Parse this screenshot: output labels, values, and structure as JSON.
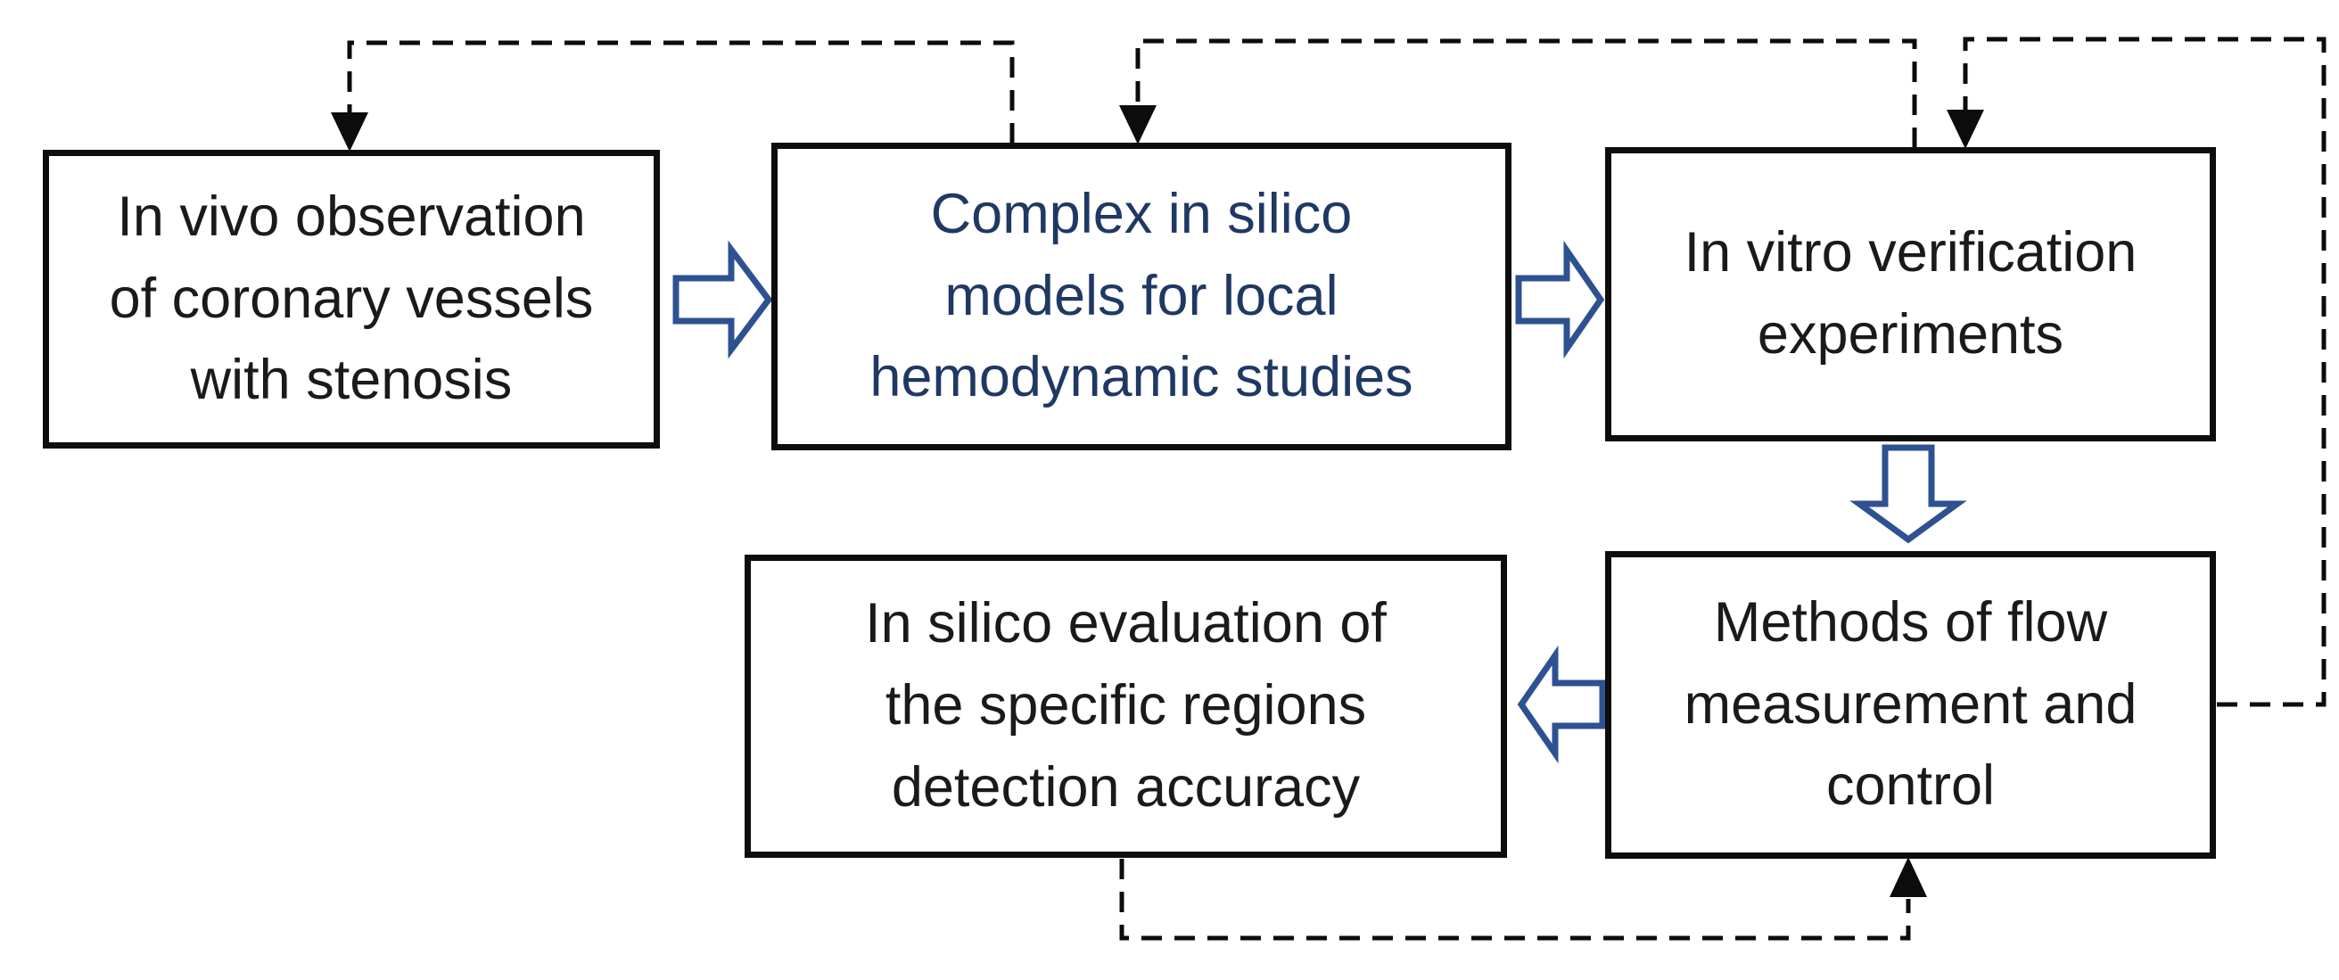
{
  "diagram": {
    "type": "flowchart",
    "nodes": {
      "in_vivo": {
        "id": "in-vivo",
        "label": "In vivo observation\nof coronary vessels\nwith stenosis",
        "text_color": "#1a1a1a"
      },
      "in_silico_models": {
        "id": "in-silico-models",
        "label": "Complex in silico\nmodels for local\nhemodynamic studies",
        "text_color": "#1f3864"
      },
      "in_vitro": {
        "id": "in-vitro",
        "label": "In vitro verification\nexperiments",
        "text_color": "#1a1a1a"
      },
      "in_silico_eval": {
        "id": "in-silico-eval",
        "label": "In silico evaluation of\nthe specific regions\ndetection accuracy",
        "text_color": "#1a1a1a"
      },
      "flow_methods": {
        "id": "flow-methods",
        "label": "Methods of flow\nmeasurement and\ncontrol",
        "text_color": "#1a1a1a"
      }
    },
    "flow_edges": [
      {
        "from": "in-vivo",
        "to": "in-silico-models",
        "style": "block-arrow-outline",
        "direction": "right"
      },
      {
        "from": "in-silico-models",
        "to": "in-vitro",
        "style": "block-arrow-outline",
        "direction": "right"
      },
      {
        "from": "in-vitro",
        "to": "flow-methods",
        "style": "block-arrow-outline",
        "direction": "down"
      },
      {
        "from": "flow-methods",
        "to": "in-silico-eval",
        "style": "block-arrow-outline",
        "direction": "left"
      }
    ],
    "feedback_edges": [
      {
        "from": "in-silico-models",
        "to": "in-vivo",
        "style": "dashed",
        "route": "over-top",
        "arrowhead": "down"
      },
      {
        "from": "in-vitro",
        "to": "in-silico-models",
        "style": "dashed",
        "route": "over-top",
        "arrowhead": "down"
      },
      {
        "from": "flow-methods",
        "to": "in-vitro",
        "style": "dashed",
        "route": "right-side-up-over-top",
        "arrowhead": "down"
      },
      {
        "from": "in-silico-eval",
        "to": "flow-methods",
        "style": "dashed",
        "route": "under-bottom",
        "arrowhead": "up"
      }
    ]
  },
  "colors": {
    "box_border": "#0d0d0d",
    "text_black": "#1a1a1a",
    "text_navy": "#1f3864",
    "block_arrow_outline": "#2e5191",
    "block_arrow_fill": "#ffffff",
    "dashed_line": "#0c0c0c",
    "background": "#ffffff"
  }
}
